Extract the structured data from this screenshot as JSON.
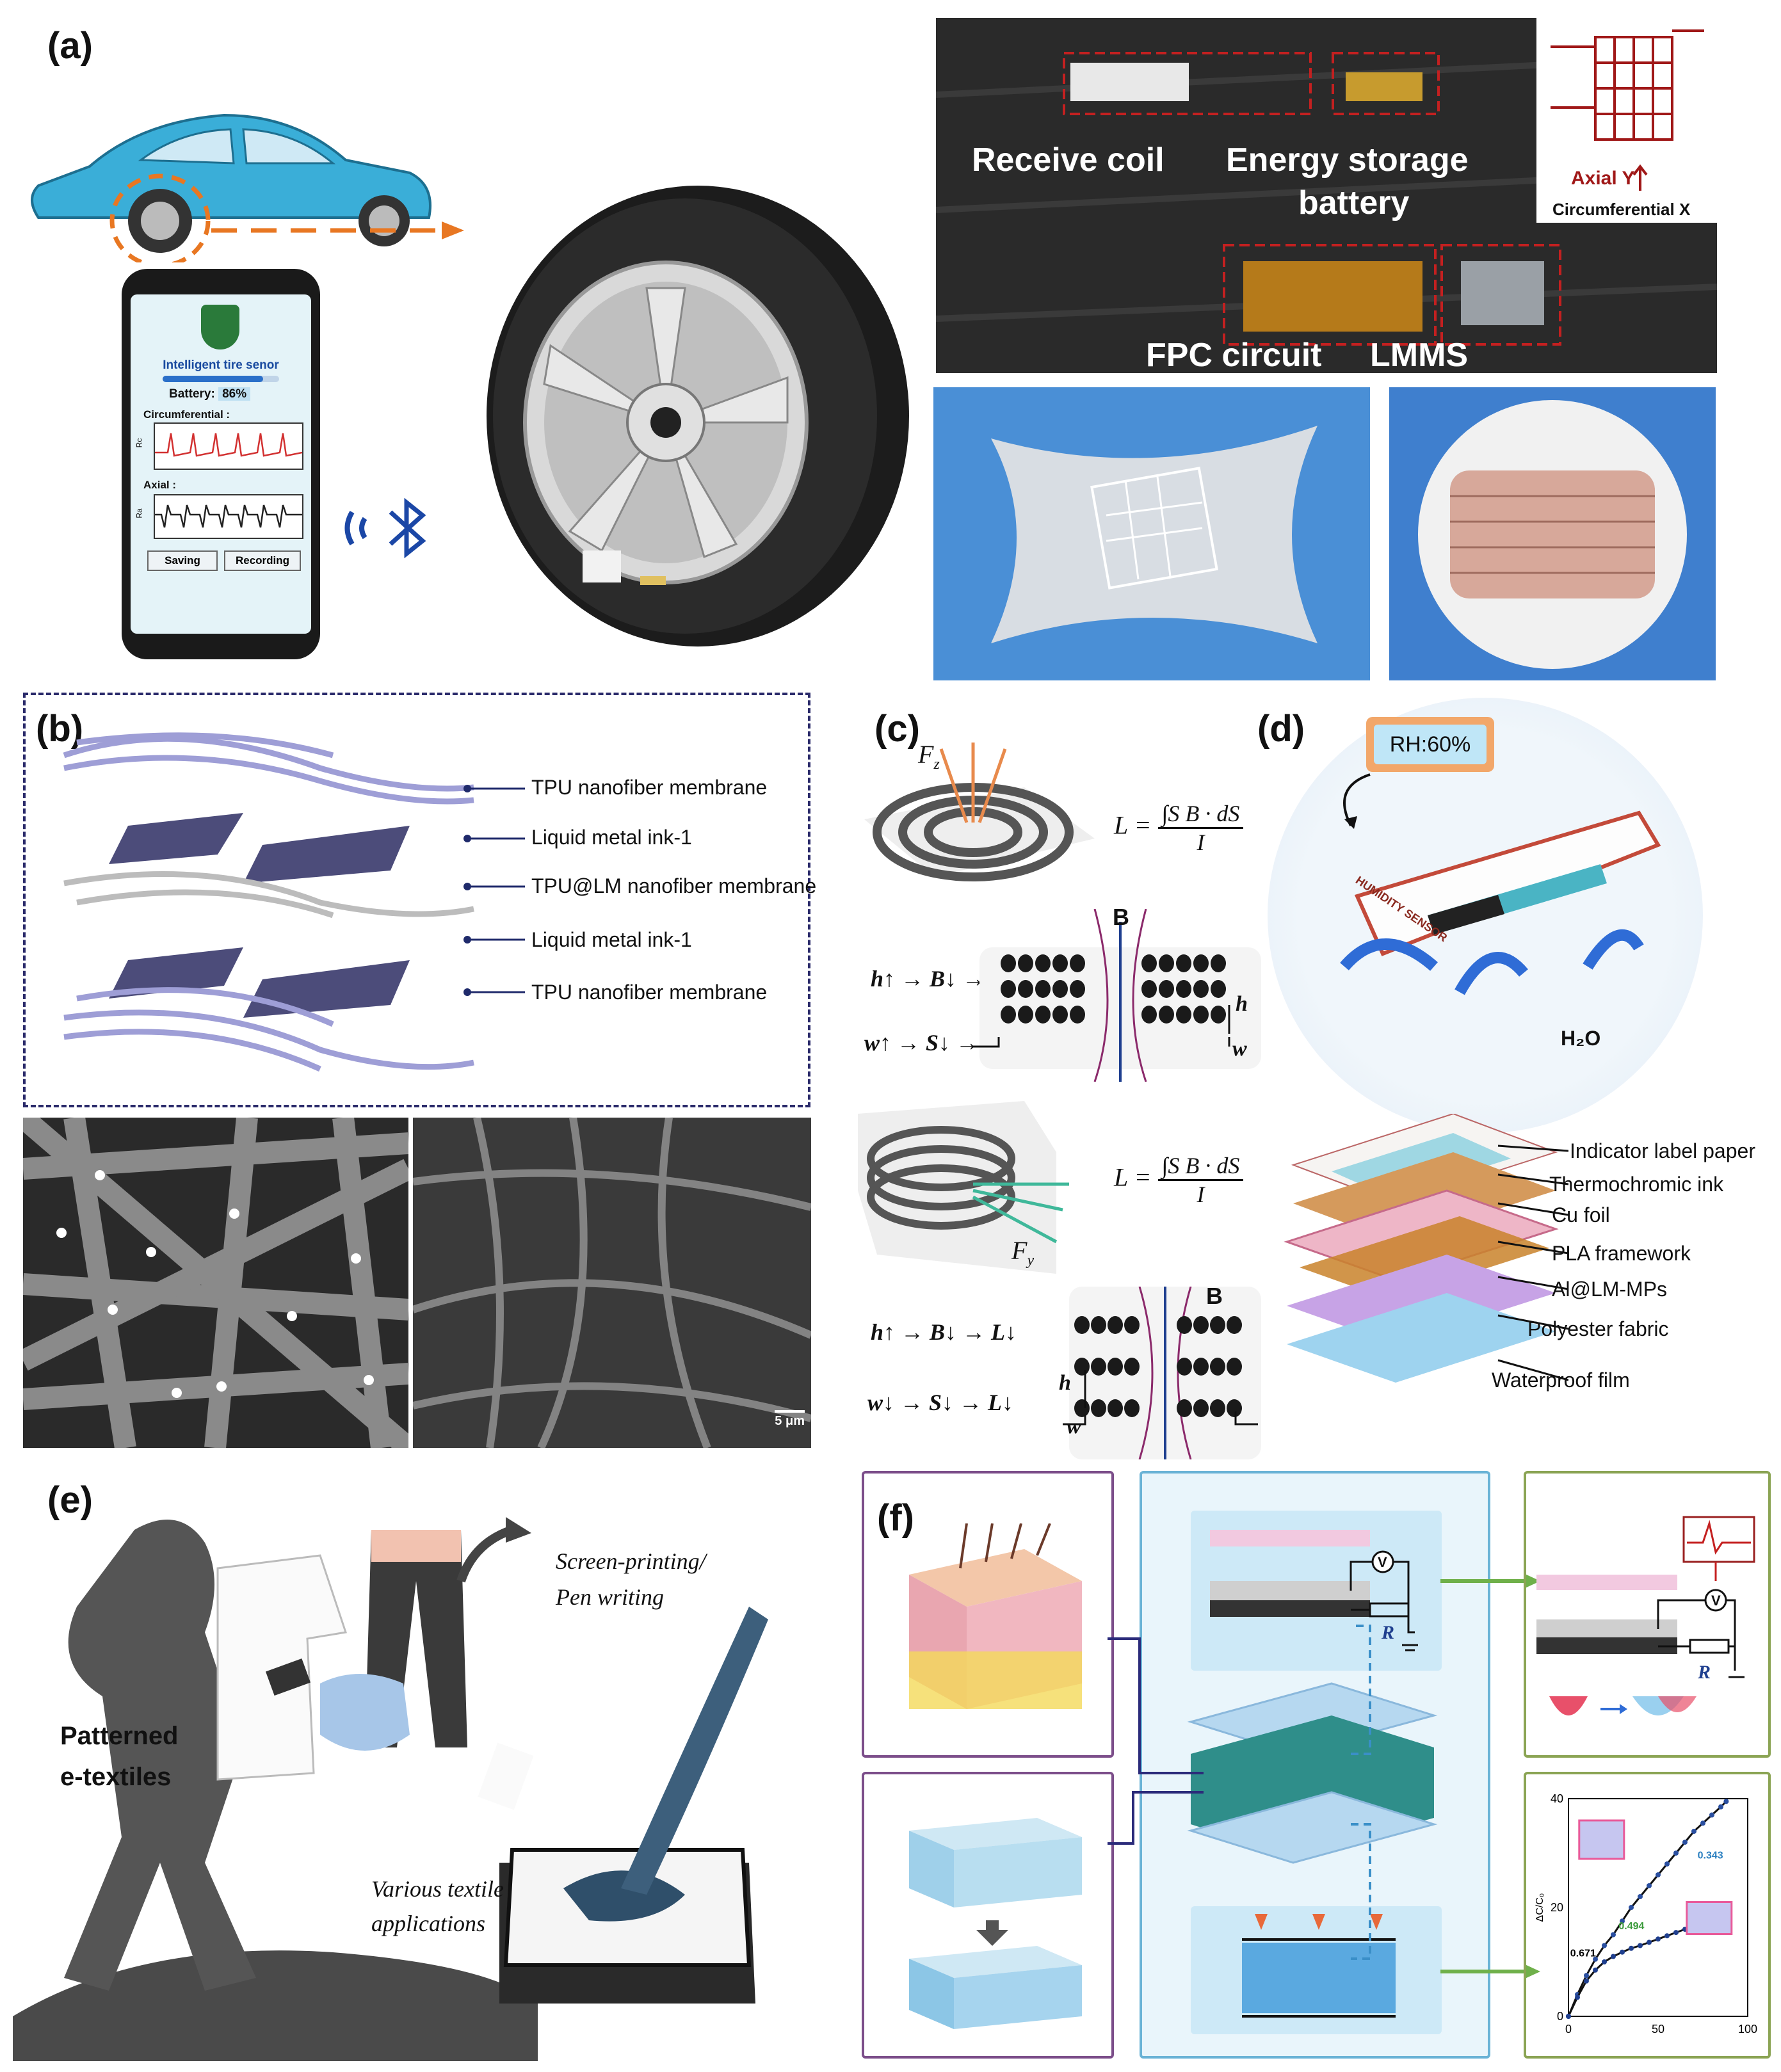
{
  "panels": {
    "a": {
      "label": "(a)",
      "phone": {
        "title": "Intelligent tire senor",
        "battery_label": "Battery:",
        "battery_value": "86%",
        "battery_fraction": 0.86,
        "circumferential_label": "Circumferential :",
        "axial_label": "Axial :",
        "axis_rc": "Rc",
        "axis_ra": "Ra",
        "save_button": "Saving",
        "record_button": "Recording"
      },
      "photo_labels": {
        "receive_coil": "Receive coil",
        "energy_storage": "Energy storage",
        "battery": "battery",
        "fpc_circuit": "FPC circuit",
        "lmms": "LMMS",
        "axial_y": "Axial Y",
        "circumferential_x": "Circumferential X"
      }
    },
    "b": {
      "label": "(b)",
      "layers": [
        "TPU nanofiber membrane",
        "Liquid metal ink-1",
        "TPU@LM nanofiber membrane",
        "Liquid metal ink-1",
        "TPU nanofiber membrane"
      ],
      "scale_bar": "5 μm"
    },
    "c": {
      "label": "(c)",
      "fz": "F",
      "fz_sub": "z",
      "fy": "F",
      "fy_sub": "y",
      "formula_L": "L =",
      "formula_num": "∫S B · dS",
      "formula_den": "I",
      "b_label": "B",
      "h_label": "h",
      "w_label": "w",
      "rel_top_1": "h↑ → B↓ → L↑",
      "rel_top_2": "w↑ → S↓ → L↑",
      "rel_bot_1": "h↑ → B↓ → L↓",
      "rel_bot_2": "w↓ → S↓ → L↓"
    },
    "d": {
      "label": "(d)",
      "rh": "RH:60%",
      "h2o": "H₂O",
      "sensor_text": "HUMIDITY SENSOR",
      "layers": [
        "Indicator label paper",
        "Thermochromic ink",
        "Cu foil",
        "PLA framework",
        "Al@LM-MPs",
        "Polyester fabric",
        "Waterproof film"
      ]
    },
    "e": {
      "label": "(e)",
      "patterned": "Patterned",
      "etextiles": "e-textiles",
      "screen": "Screen-printing/",
      "pen": "Pen writing",
      "various": "Various textile",
      "applications": "applications"
    },
    "f": {
      "label": "(f)",
      "v": "V",
      "r": "R",
      "chart_data": {
        "type": "line",
        "xlim": [
          0,
          100
        ],
        "ylim": [
          0,
          40
        ],
        "xticks": [
          "0",
          "50",
          "100"
        ],
        "yticks": [
          "0",
          "20",
          "40"
        ],
        "ylabel": "ΔC/C₀",
        "annotations": [
          "0.671",
          "0.494",
          "0.343"
        ],
        "series": [
          {
            "values_x": [
              0,
              5,
              10,
              15,
              20,
              25,
              30,
              35,
              40,
              45,
              50,
              55,
              60,
              65,
              70,
              75,
              80,
              85,
              88
            ],
            "values_y": [
              0,
              4,
              7.5,
              10.5,
              13,
              15,
              17.5,
              20,
              22,
              24,
              26,
              28,
              30,
              32,
              34,
              35.5,
              37,
              38.5,
              39.5
            ]
          },
          {
            "values_x": [
              0,
              5,
              10,
              15,
              20,
              25,
              30,
              35,
              40,
              45,
              50,
              55,
              60,
              65,
              70,
              75,
              80,
              85,
              88
            ],
            "values_y": [
              0,
              3.5,
              6.5,
              8.5,
              10,
              11,
              11.8,
              12.5,
              13,
              13.6,
              14.2,
              14.8,
              15.4,
              16,
              16.6,
              17.2,
              17.8,
              18.4,
              18.8
            ]
          }
        ]
      }
    }
  }
}
